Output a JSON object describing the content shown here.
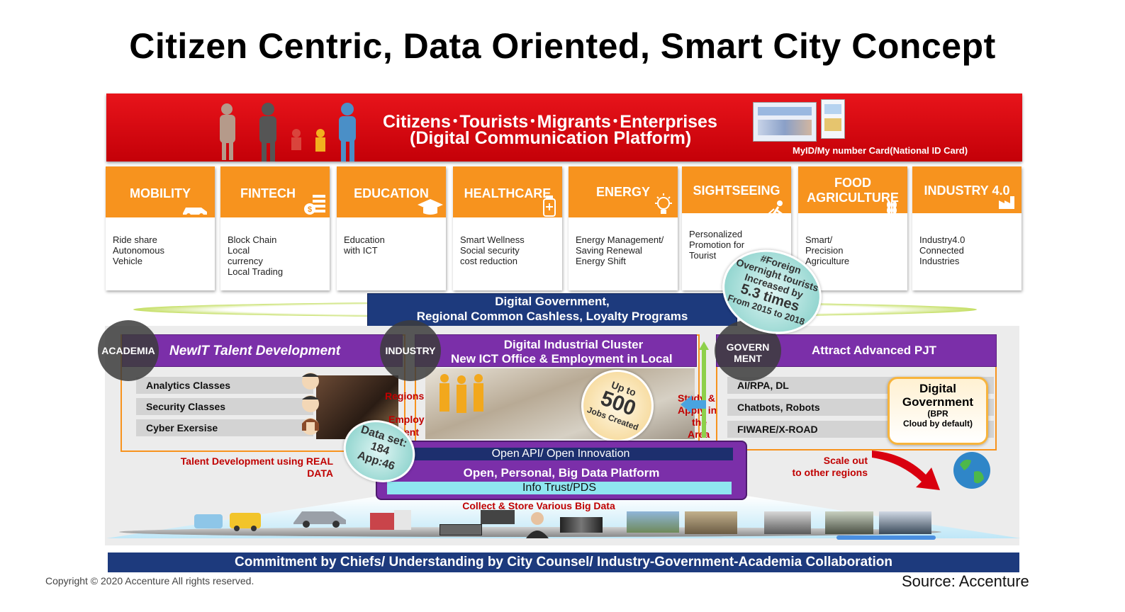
{
  "title": "Citizen Centric, Data Oriented, Smart City Concept",
  "banner": {
    "line1": "Citizens･Tourists･Migrants･Enterprises",
    "line2": "(Digital Communication Platform)",
    "myid": "MyID/My number Card(National ID Card)"
  },
  "tiles": [
    {
      "label": "MOBILITY",
      "desc": "Ride share\nAutonomous\nVehicle",
      "icon": "car-icon"
    },
    {
      "label": "FINTECH",
      "desc": "Block Chain\nLocal\ncurrency\nLocal Trading",
      "icon": "money-icon"
    },
    {
      "label": "EDUCATION",
      "desc": "Education\nwith ICT",
      "icon": "graduation-cap-icon"
    },
    {
      "label": "HEALTHCARE",
      "desc": "Smart Wellness\nSocial security\ncost reduction",
      "icon": "medicine-icon"
    },
    {
      "label": "ENERGY",
      "desc": "Energy Management/\nSaving Renewal\nEnergy Shift",
      "icon": "lightbulb-icon"
    },
    {
      "label": "SIGHTSEEING",
      "desc": "Personalized\nPromotion for\nTourist",
      "icon": "hiker-icon"
    },
    {
      "label": "FOOD\nAGRICULTURE",
      "desc": "Smart/\nPrecision\nAgriculture",
      "icon": "wheat-icon"
    },
    {
      "label": "INDUSTRY 4.0",
      "desc": "Industry4.0\nConnected\nIndustries",
      "icon": "factory-icon"
    }
  ],
  "digital_gov": {
    "line1": "Digital Government,",
    "line2": "Regional Common Cashless, Loyalty Programs"
  },
  "tourist_badge": {
    "line1": "#Foreign",
    "line2": "Overnight tourists",
    "line3": "Increased by",
    "line4": "5.3 times",
    "line5": "From 2015 to 2018"
  },
  "academia": {
    "circle": "ACADEMIA",
    "bar": "NewIT Talent Development",
    "items": [
      "Analytics Classes",
      "Security Classes",
      "Cyber Exersise"
    ],
    "caption_line1": "Talent Development using REAL",
    "caption_line2": "DATA"
  },
  "industry": {
    "circle": "INDUSTRY",
    "bar_line1": "Digital Industrial Cluster",
    "bar_line2": "New ICT Office & Employment in Local",
    "left_text_1": "Regions",
    "left_text_2": "Employ",
    "left_text_3": "ent",
    "right_text_1": "Study &",
    "right_text_2": "Apply in",
    "right_text_3": "the",
    "right_text_4": "Area",
    "jobs_line1": "Up to",
    "jobs_line2": "500",
    "jobs_line3": "Jobs Created"
  },
  "government": {
    "circle_line1": "GOVERN",
    "circle_line2": "MENT",
    "bar": "Attract Advanced PJT",
    "items": [
      "AI/RPA, DL",
      "Chatbots, Robots",
      "FIWARE/X-ROAD"
    ],
    "dg_line1": "Digital",
    "dg_line2": "Government",
    "dg_line3": "(BPR",
    "dg_line4": "Cloud by default)",
    "scale_line1": "Scale out",
    "scale_line2": "to other regions"
  },
  "dataset_badge": {
    "line1": "Data set:",
    "line2": "184",
    "line3": "App:46"
  },
  "platform": {
    "api": "Open API/ Open Innovation",
    "main": "Open, Personal, Big Data Platform",
    "trust": "Info Trust/PDS",
    "collect": "Collect & Store Various Big Data"
  },
  "bottom_bar": "Commitment by Chiefs/ Understanding by City Counsel/ Industry-Government-Academia Collaboration",
  "copyright": "Copyright © 2020 Accenture  All rights reserved.",
  "source": "Source: Accenture",
  "colors": {
    "red": "#d9000f",
    "orange": "#f7931e",
    "purple": "#7b2fa9",
    "navy": "#1d3a7d",
    "teal": "#7ecdc6"
  }
}
